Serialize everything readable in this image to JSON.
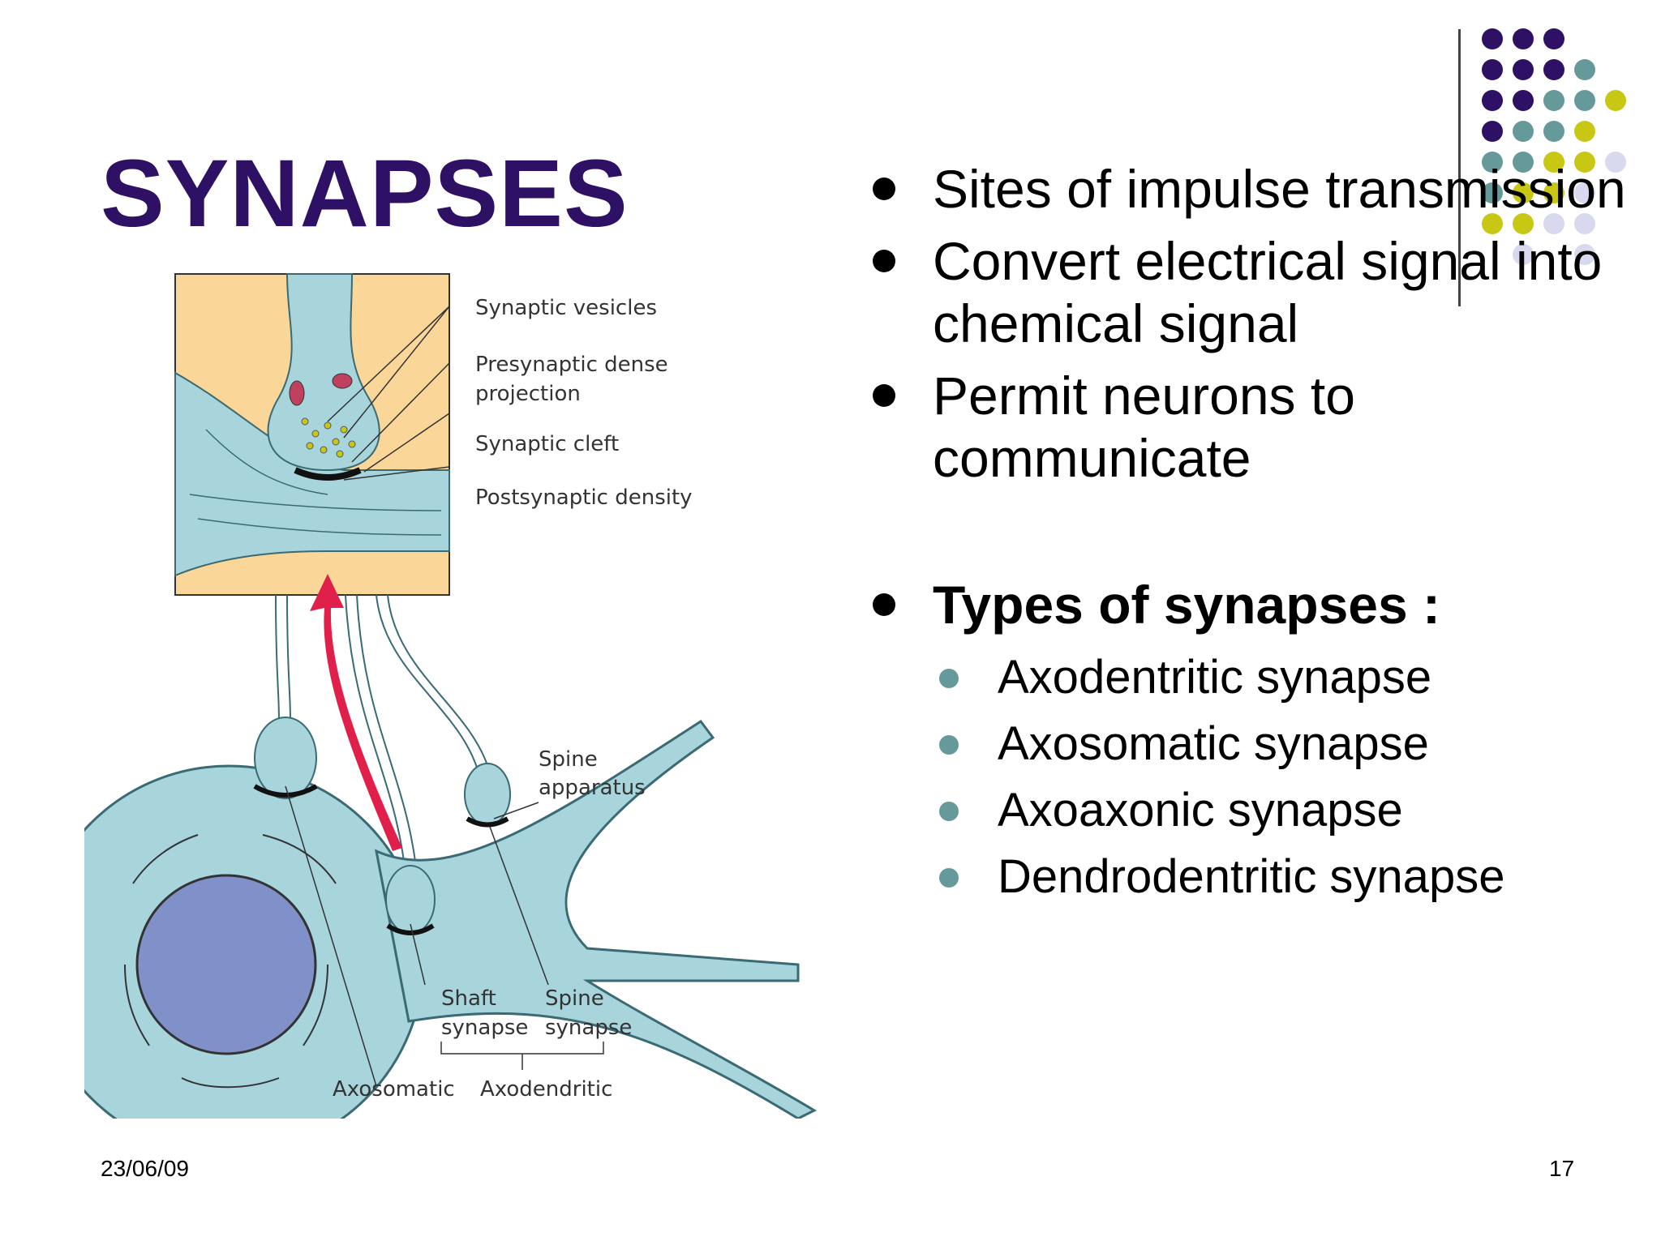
{
  "slide": {
    "title": "SYNAPSES",
    "bullets": [
      "Sites of impulse transmission",
      "Convert electrical signal into chemical signal",
      "Permit neurons to communicate"
    ],
    "types_heading": "Types of synapses :",
    "types": [
      "Axodentritic synapse",
      "Axosomatic synapse",
      "Axoaxonic synapse",
      "Dendrodentritic synapse"
    ],
    "date": "23/06/09",
    "page_number": "17"
  },
  "diagram": {
    "labels": {
      "synaptic_vesicles": "Synaptic vesicles",
      "presynaptic_dense_1": "Presynaptic dense",
      "presynaptic_dense_2": "projection",
      "synaptic_cleft": "Synaptic cleft",
      "postsynaptic_density": "Postsynaptic density",
      "spine_apparatus_1": "Spine",
      "spine_apparatus_2": "apparatus",
      "shaft_1": "Shaft",
      "shaft_2": "synapse",
      "spine_1": "Spine",
      "spine_2": "synapse",
      "axosomatic": "Axosomatic",
      "axodendritic": "Axodendritic"
    }
  },
  "colors": {
    "title": "#2e1065",
    "purple": "#2e1065",
    "teal": "#669999",
    "olive": "#c8c814",
    "lavender": "#d8d8ee",
    "cell_fill": "#a8d4dc",
    "background_tan": "#fbd699",
    "nucleus": "#8090c8",
    "arrow": "#e0204a"
  }
}
